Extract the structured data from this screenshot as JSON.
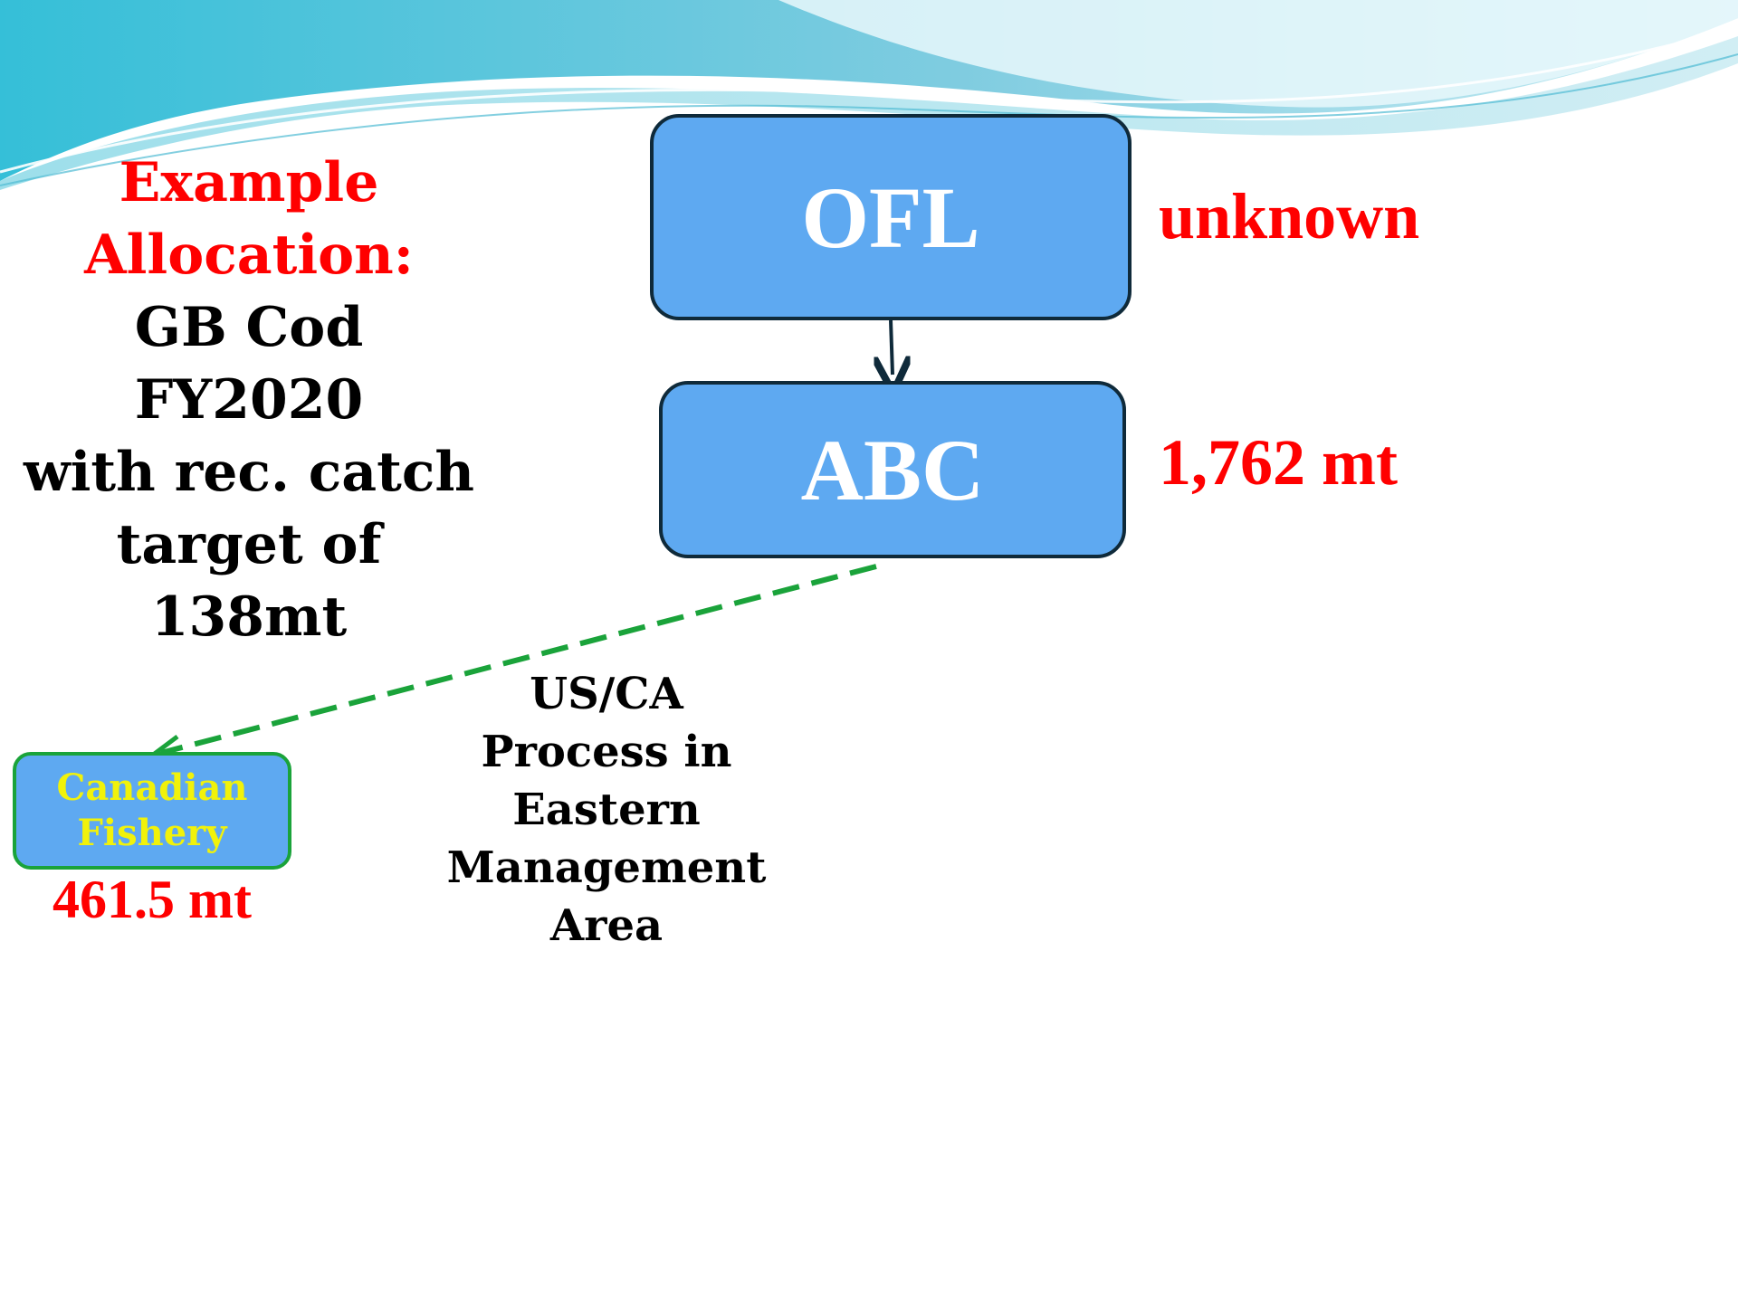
{
  "title": {
    "line1": "Example",
    "line2": "Allocation:",
    "line3": "GB Cod",
    "line4": "FY2020",
    "line5": "with rec. catch",
    "line6": "target of",
    "line7": "138mt"
  },
  "boxes": {
    "ofl": {
      "label": "OFL",
      "value": "unknown"
    },
    "abc": {
      "label": "ABC",
      "value": "1,762 mt"
    },
    "canadian": {
      "label_line1": "Canadian",
      "label_line2": "Fishery",
      "value": "461.5 mt"
    }
  },
  "process_note": {
    "line1": "US/CA",
    "line2": "Process in",
    "line3": "Eastern",
    "line4": "Management",
    "line5": "Area"
  },
  "colors": {
    "box_fill": "#5ea9f1",
    "value_text": "#ff0000",
    "dashed_arrow": "#1aa33a",
    "canadian_label": "#f1f20a"
  }
}
